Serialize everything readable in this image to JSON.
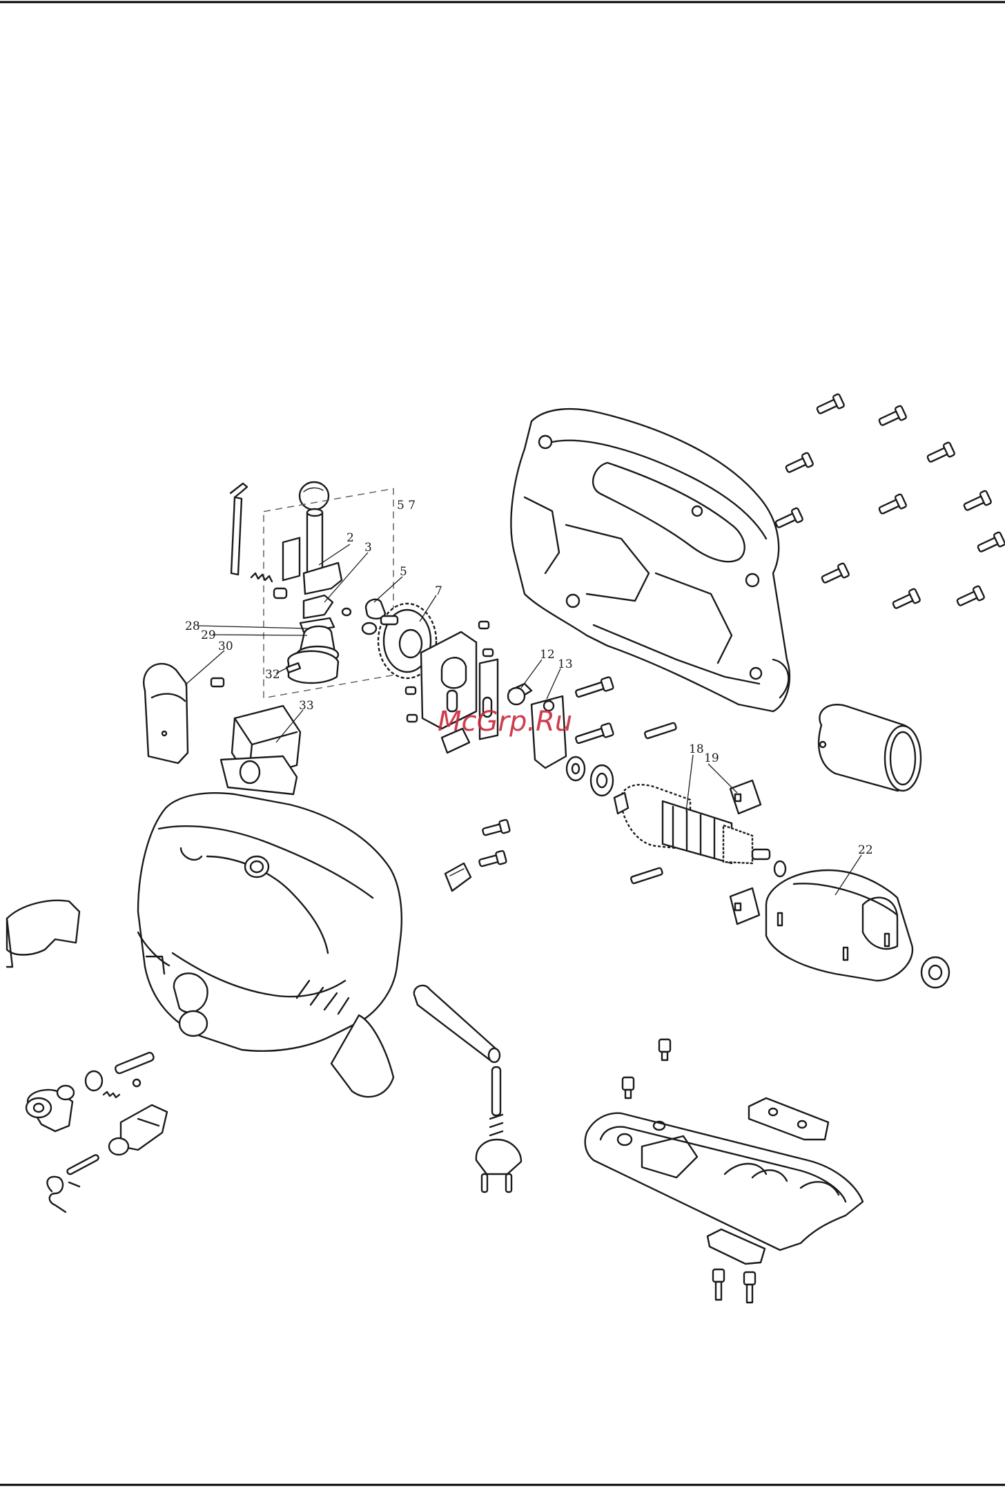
{
  "diagram": {
    "callouts": [
      {
        "id": "c57",
        "label": "5 7"
      },
      {
        "id": "c2",
        "label": "2"
      },
      {
        "id": "c3",
        "label": "3"
      },
      {
        "id": "c5",
        "label": "5"
      },
      {
        "id": "c7",
        "label": "7"
      },
      {
        "id": "c28",
        "label": "28"
      },
      {
        "id": "c29",
        "label": "29"
      },
      {
        "id": "c30",
        "label": "30"
      },
      {
        "id": "c32",
        "label": "32"
      },
      {
        "id": "c33",
        "label": "33"
      },
      {
        "id": "c12",
        "label": "12"
      },
      {
        "id": "c13",
        "label": "13"
      },
      {
        "id": "c18",
        "label": "18"
      },
      {
        "id": "c19",
        "label": "19"
      },
      {
        "id": "c22",
        "label": "22"
      }
    ]
  },
  "watermark": {
    "text": "McGrp.Ru",
    "color": "#c8283a"
  }
}
